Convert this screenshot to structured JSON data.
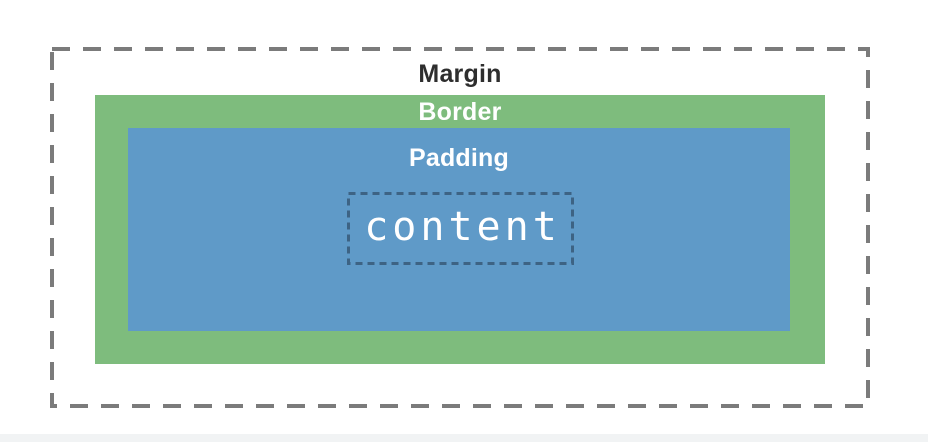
{
  "diagram": {
    "labels": {
      "margin": "Margin",
      "border": "Border",
      "padding": "Padding",
      "content": "content"
    },
    "colors": {
      "background": "#ffffff",
      "margin_dash": "#7b7b7b",
      "margin_label_text": "#2e2e2e",
      "border_fill": "#7ebc7d",
      "padding_fill": "#5f9ac8",
      "content_dash": "#3d6384",
      "inner_label_text": "#ffffff",
      "footer_strip": "#f1f3f4"
    }
  }
}
